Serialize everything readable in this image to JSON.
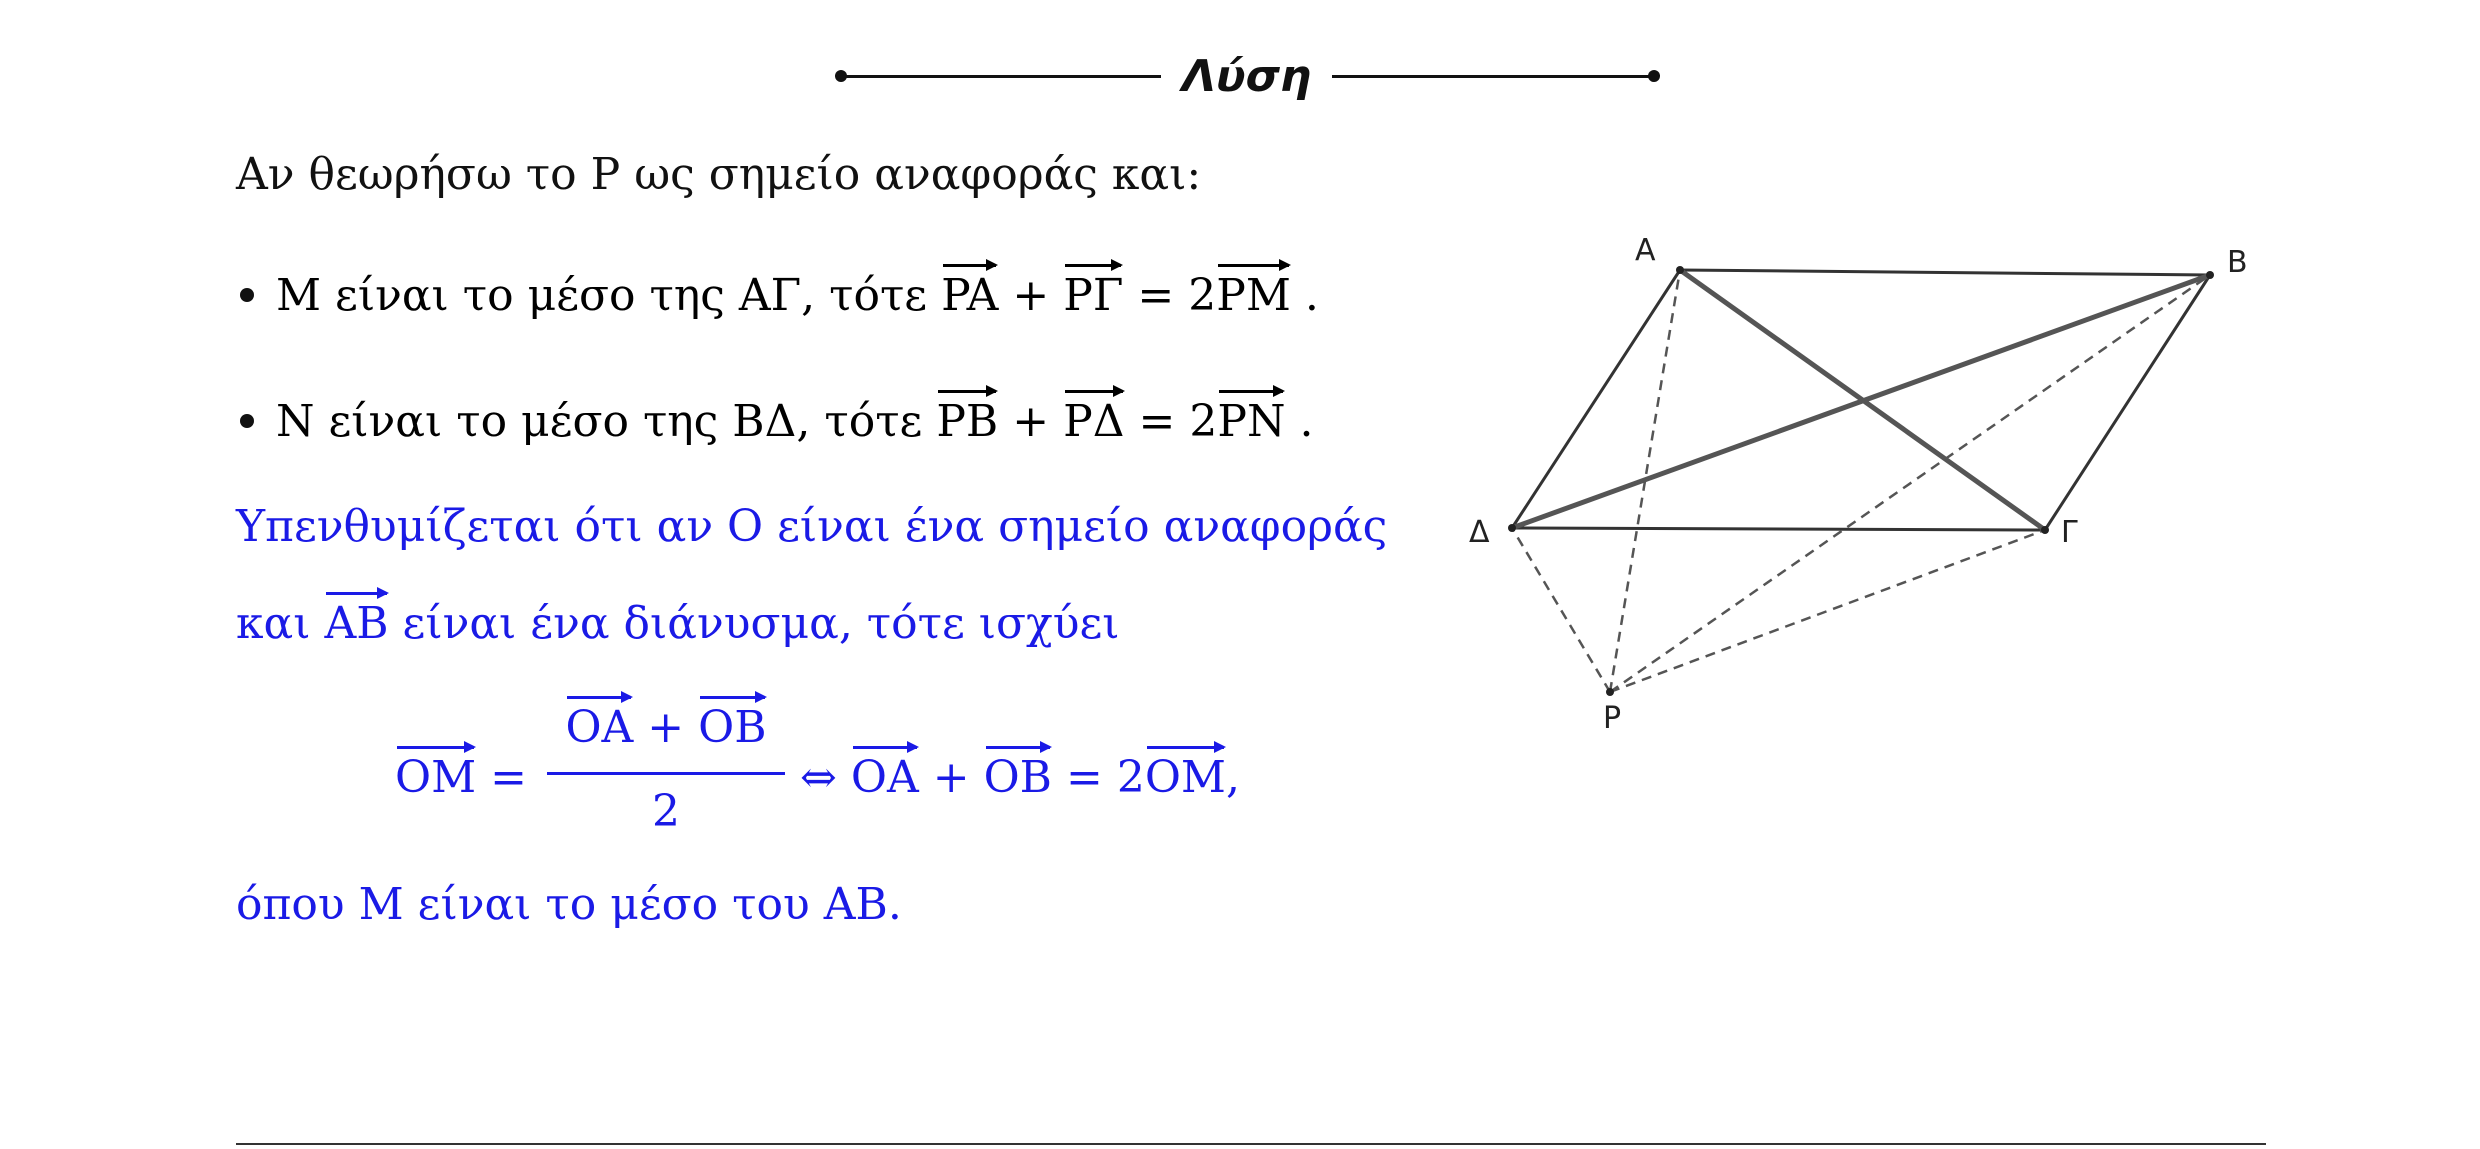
{
  "header": {
    "title": "Λύση"
  },
  "intro": "Αν θεωρήσω το P ως σημείο αναφοράς και:",
  "bullets": [
    {
      "pre": "M είναι το μέσο της ΑΓ, τότε ",
      "v1": "PA",
      "op1": " + ",
      "v2": "PΓ",
      "eq": " = 2",
      "v3": "PM",
      "end": " ."
    },
    {
      "pre": "N είναι το μέσο της ΒΔ, τότε ",
      "v1": "PB",
      "op1": " + ",
      "v2": "PΔ",
      "eq": " = 2",
      "v3": "PN",
      "end": " ."
    }
  ],
  "reminder": {
    "line1": "Υπενθυμίζεται ότι αν O είναι ένα σημείο αναφοράς",
    "line2_pre": "και ",
    "line2_vec": "AB",
    "line2_post": "  είναι ένα διάνυσμα, τότε ισχύει"
  },
  "formula": {
    "lhs": "OM",
    "eq": " =",
    "num_v1": "OA",
    "num_op": " + ",
    "num_v2": "OB",
    "den": "2",
    "iff": "⇔",
    "r_v1": "OA",
    "r_op": " + ",
    "r_v2": "OB",
    "r_eq": " = 2",
    "r_v3": "OM",
    "r_end": ","
  },
  "final": "όπου M είναι το μέσο του AB.",
  "figure": {
    "labels": {
      "A": "A",
      "B": "B",
      "G": "Γ",
      "D": "Δ",
      "P": "P"
    }
  }
}
